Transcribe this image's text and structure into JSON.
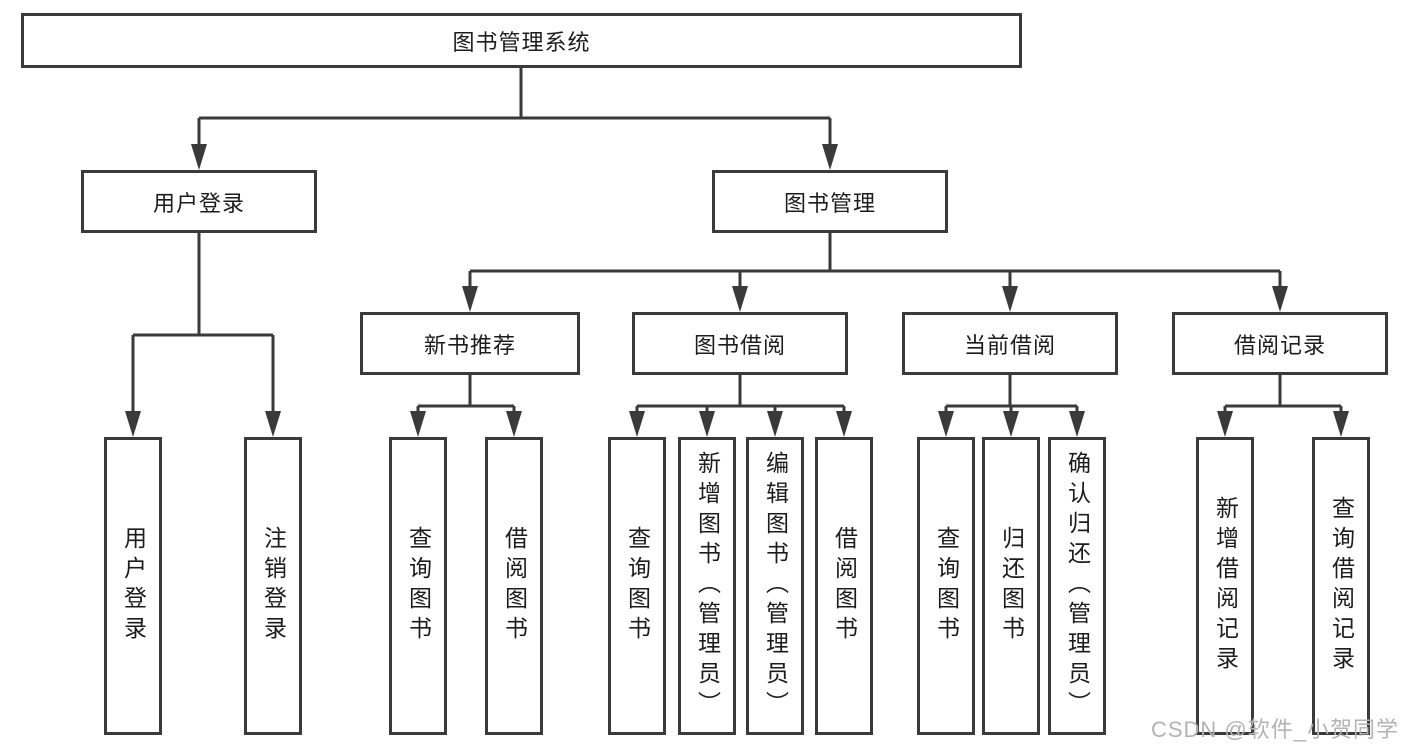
{
  "diagram": {
    "root": {
      "label": "图书管理系统"
    },
    "level2": [
      {
        "label": "用户登录"
      },
      {
        "label": "图书管理"
      }
    ],
    "level3": [
      {
        "label": "新书推荐"
      },
      {
        "label": "图书借阅"
      },
      {
        "label": "当前借阅"
      },
      {
        "label": "借阅记录"
      }
    ],
    "leaves": {
      "user_login_children": [
        "用户登录",
        "注销登录"
      ],
      "new_book_children": [
        "查询图书",
        "借阅图书"
      ],
      "book_borrow_children": [
        "查询图书",
        "新增图书（管理员）",
        "编辑图书（管理员）",
        "借阅图书"
      ],
      "current_borrow_children": [
        "查询图书",
        "归还图书",
        "确认归还（管理员）"
      ],
      "borrow_record_children": [
        "新增借阅记录",
        "查询借阅记录"
      ]
    }
  },
  "watermark": "CSDN @软件_小贺同学",
  "colors": {
    "line": "#3a3a3a",
    "text": "#1c1c1c",
    "background": "#ffffff",
    "watermark": "#b3b3b3"
  }
}
